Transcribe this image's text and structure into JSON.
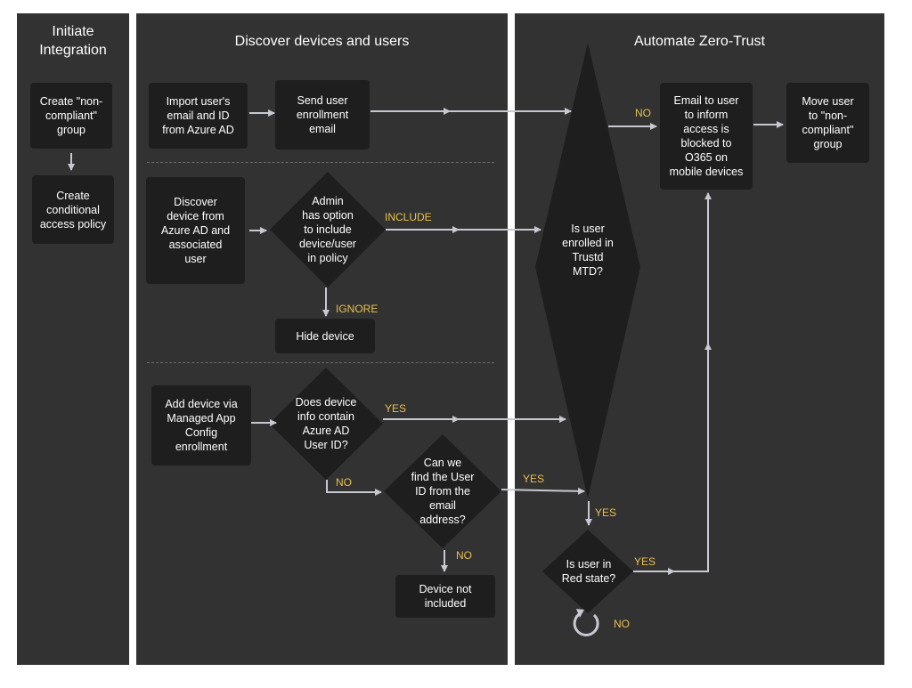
{
  "lanes": {
    "initiate": "Initiate\nIntegration",
    "discover": "Discover devices and users",
    "automate": "Automate Zero-Trust"
  },
  "nodes": {
    "create_group": "Create \"non-\ncompliant\"\ngroup",
    "create_policy": "Create\nconditional\naccess policy",
    "import_user": "Import user's\nemail and ID\nfrom Azure AD",
    "send_enrollment": "Send user\nenrollment\nemail",
    "discover_device": "Discover\ndevice from\nAzure AD and\nassociated\nuser",
    "admin_option": "Admin\nhas option\nto include\ndevice/user\nin policy",
    "hide_device": "Hide device",
    "add_device": "Add device via\nManaged App\nConfig\nenrollment",
    "device_info": "Does device\ninfo contain\nAzure AD\nUser ID?",
    "find_user": "Can we\nfind the User\nID from the\nemail\naddress?",
    "device_not_included": "Device not\nincluded",
    "user_enrolled": "Is user\nenrolled in\nTrustd\nMTD?",
    "email_user": "Email to user\nto inform\naccess is\nblocked to\nO365 on\nmobile devices",
    "move_user": "Move user\nto \"non-\ncompliant\"\ngroup",
    "red_state": "Is user in\nRed state?"
  },
  "labels": {
    "include": "INCLUDE",
    "ignore": "IGNORE",
    "yes_device_info": "YES",
    "no_device_info": "NO",
    "yes_find_user": "YES",
    "no_find_user": "NO",
    "no_enrolled": "NO",
    "yes_enrolled": "YES",
    "yes_red": "YES",
    "no_red": "NO"
  },
  "colors": {
    "lane_bg": "#323232",
    "node_bg": "#1e1e1e",
    "connector": "#c8c8d2",
    "label": "#e8c04e"
  },
  "icons": {
    "loop": "loop-arrow-icon"
  }
}
